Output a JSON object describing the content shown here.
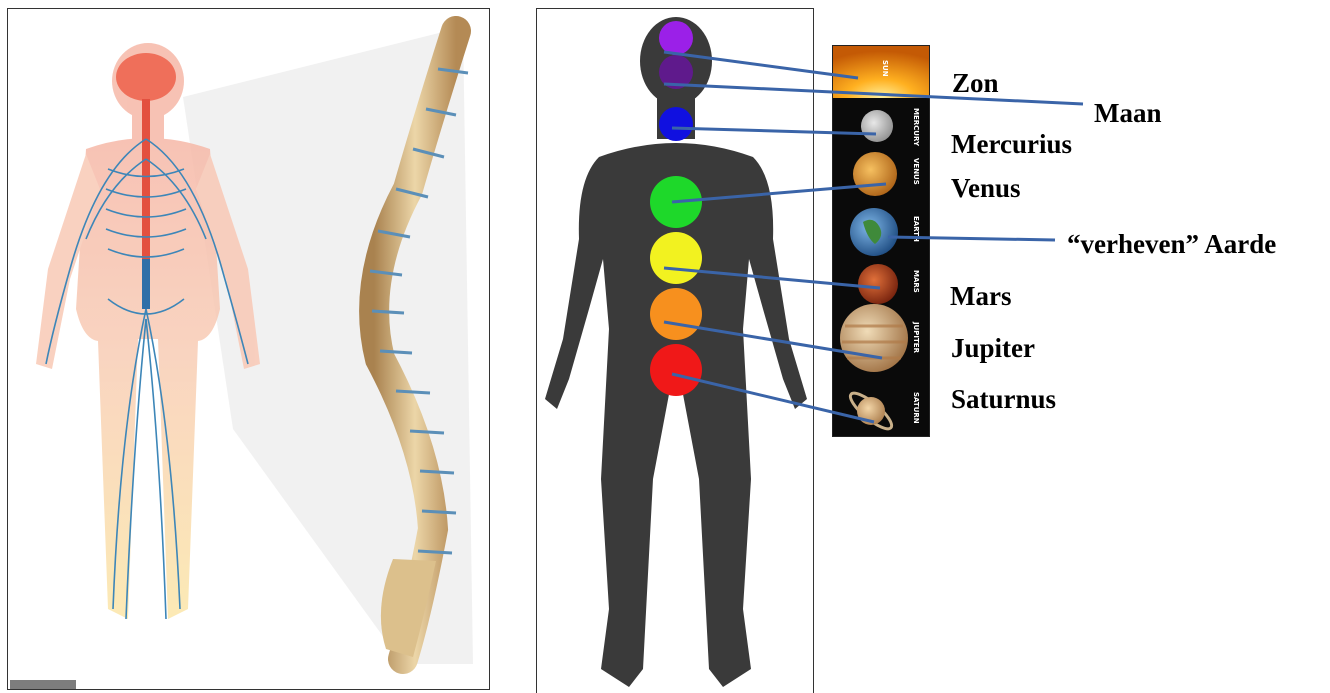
{
  "labels": {
    "sun": "Zon",
    "moon": "Maan",
    "mercury": "Mercurius",
    "venus": "Venus",
    "earth": "“verheven” Aarde",
    "mars": "Mars",
    "jupiter": "Jupiter",
    "saturn": "Saturnus"
  },
  "strip_labels": {
    "sun": "SUN",
    "mercury": "MERCURY",
    "venus": "VENUS",
    "earth": "EARTH",
    "mars": "MARS",
    "jupiter": "JUPITER",
    "saturn": "SATURN"
  },
  "chakra_colors": {
    "crown": "#9b20e8",
    "third_eye": "#5f1a8c",
    "throat": "#1010e0",
    "heart": "#1ed82a",
    "solar_plexus": "#f2f220",
    "sacral": "#f7901e",
    "root": "#f01818"
  },
  "connector_color": "#3a64a8"
}
